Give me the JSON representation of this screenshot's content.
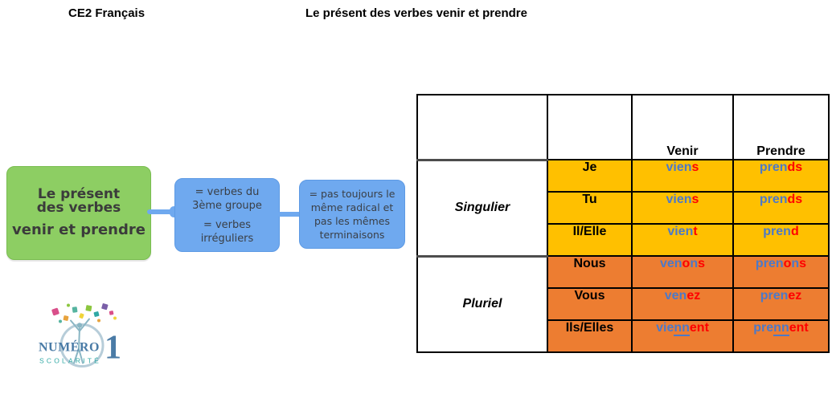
{
  "colors": {
    "green_box_bg": "#8dce63",
    "blue_box_bg": "#6fa9ef",
    "connector": "#6fa9ef",
    "singulier_bg": "#ffc000",
    "pluriel_bg": "#ed7d31",
    "stem": "#4d79c7",
    "ending": "#ff0000",
    "logo_blue": "#4a7ba6",
    "logo_teal": "#2fa8a4"
  },
  "header": {
    "course": "CE2 Français",
    "title": "Le présent des verbes venir et prendre"
  },
  "mindmap": {
    "root": {
      "lines": [
        "Le présent",
        "des verbes",
        "venir et prendre"
      ]
    },
    "node1": {
      "para1": [
        "= verbes du",
        "3ème groupe"
      ],
      "para2": [
        "= verbes",
        "irréguliers"
      ]
    },
    "node2": {
      "lines": [
        "= pas toujours le",
        "même radical et",
        "pas les mêmes",
        "terminaisons"
      ]
    }
  },
  "logo": {
    "name": "NUMÉRO",
    "numeral": "1",
    "subtitle": "SCOLARITÉ"
  },
  "table": {
    "header": [
      "",
      "",
      "Venir",
      "Prendre"
    ],
    "sections": [
      {
        "label": "Singulier",
        "bg_key": "singulier_bg",
        "rows": [
          {
            "pronoun": "Je",
            "venir": [
              {
                "t": "vien",
                "c": "stem"
              },
              {
                "t": "s",
                "c": "ending"
              }
            ],
            "prendre": [
              {
                "t": "pren",
                "c": "stem"
              },
              {
                "t": "ds",
                "c": "ending"
              }
            ]
          },
          {
            "pronoun": "Tu",
            "venir": [
              {
                "t": "vien",
                "c": "stem"
              },
              {
                "t": "s",
                "c": "ending"
              }
            ],
            "prendre": [
              {
                "t": "pren",
                "c": "stem"
              },
              {
                "t": "ds",
                "c": "ending"
              }
            ]
          },
          {
            "pronoun": "Il/Elle",
            "venir": [
              {
                "t": "vien",
                "c": "stem"
              },
              {
                "t": "t",
                "c": "ending"
              }
            ],
            "prendre": [
              {
                "t": "pren",
                "c": "stem"
              },
              {
                "t": "d",
                "c": "ending"
              }
            ]
          }
        ]
      },
      {
        "label": "Pluriel",
        "bg_key": "pluriel_bg",
        "rows": [
          {
            "pronoun": "Nous",
            "venir": [
              {
                "t": "ven",
                "c": "stem"
              },
              {
                "t": "o",
                "c": "ending"
              },
              {
                "t": "n",
                "c": "stem"
              },
              {
                "t": "s",
                "c": "ending"
              }
            ],
            "prendre": [
              {
                "t": "pren",
                "c": "stem"
              },
              {
                "t": "o",
                "c": "ending"
              },
              {
                "t": "n",
                "c": "stem"
              },
              {
                "t": "s",
                "c": "ending"
              }
            ]
          },
          {
            "pronoun": "Vous",
            "venir": [
              {
                "t": "ven",
                "c": "stem"
              },
              {
                "t": "ez",
                "c": "ending"
              }
            ],
            "prendre": [
              {
                "t": "pren",
                "c": "stem"
              },
              {
                "t": "ez",
                "c": "ending"
              }
            ]
          },
          {
            "pronoun": "Ils/Elles",
            "venir": [
              {
                "t": "vie",
                "c": "stem"
              },
              {
                "t": "nn",
                "c": "stem",
                "u": true
              },
              {
                "t": "ent",
                "c": "ending"
              }
            ],
            "prendre": [
              {
                "t": "pre",
                "c": "stem"
              },
              {
                "t": "nn",
                "c": "stem",
                "u": true
              },
              {
                "t": "ent",
                "c": "ending"
              }
            ]
          }
        ]
      }
    ]
  }
}
